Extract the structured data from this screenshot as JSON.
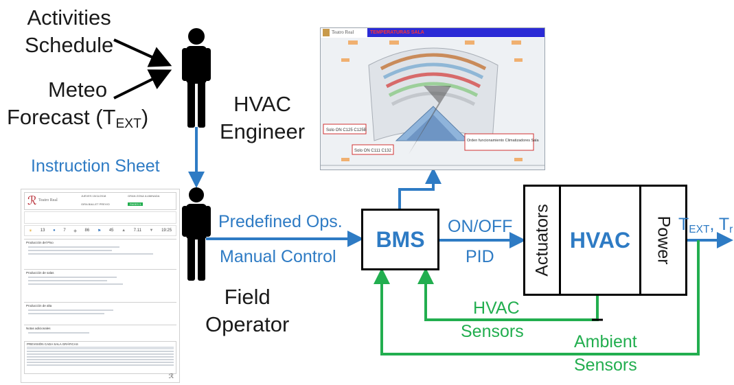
{
  "inputs": {
    "activities": [
      "Activities",
      "Schedule"
    ],
    "meteo": [
      "Meteo",
      "Forecast (T",
      "EXT",
      ")"
    ]
  },
  "roles": {
    "engineer": [
      "HVAC",
      "Engineer"
    ],
    "operator": [
      "Field",
      "Operator"
    ]
  },
  "instruction_sheet": "Instruction Sheet",
  "ops_labels": {
    "predefined": "Predefined Ops.",
    "manual": "Manual Control"
  },
  "bms": "BMS",
  "control_labels": {
    "onoff": "ON/OFF",
    "pid": "PID"
  },
  "hvac": {
    "actuators": "Actuators",
    "main": "HVAC",
    "power": "Power"
  },
  "outputs": {
    "t": "T",
    "sub_ext": "EXT",
    "sep": ", T",
    "sub_r": "r"
  },
  "sensors": {
    "hvac": [
      "HVAC",
      "Sensors"
    ],
    "ambient": [
      "Ambient",
      "Sensors"
    ]
  },
  "scada": {
    "brand": "Teatro Real",
    "title": "TEMPERATURAS SALA",
    "notes": [
      "Solo ON C125 C125B",
      "Solo ON C111 C132",
      "Orden funcionamiento Climatizadores Sala"
    ]
  },
  "doc": {
    "brand": "Teatro Real",
    "header_cells": [
      "JUEVES 15/11/2018",
      "GIRA BALLET PREVIO",
      "GRAN ZONA ILUMINADA",
      "PASES 5"
    ],
    "weather": [
      "13",
      "7",
      "86",
      "45",
      "7.11",
      "19:25"
    ],
    "section_titles": [
      "Producción del Piso",
      "Producción de salas",
      "Producción de alta",
      "Notas adicionales",
      "PREVISIÓN CADA SALA GRÁFICAS"
    ]
  },
  "colors": {
    "blue": "#2e7bc4",
    "green": "#22ae4f",
    "black": "#000000",
    "text": "#1a1a1a"
  }
}
